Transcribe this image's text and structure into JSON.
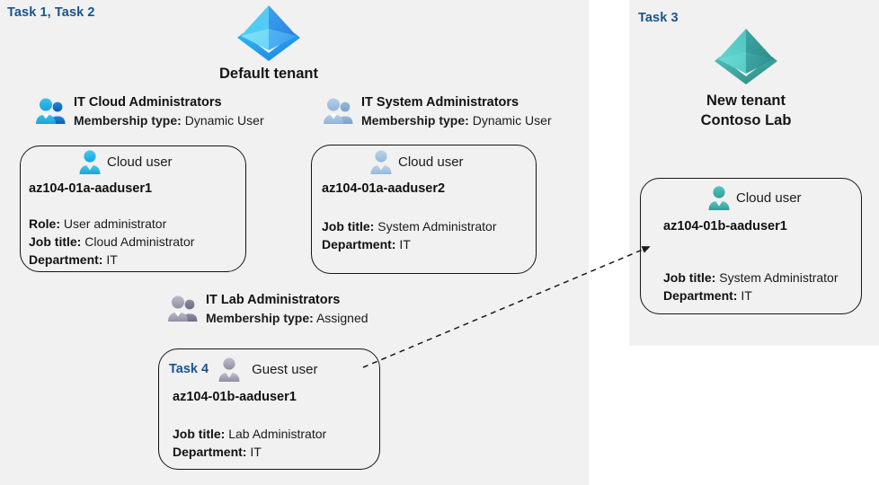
{
  "panels": {
    "default_tenant": {
      "task_label": "Task 1, Task 2",
      "tenant_name": "Default tenant"
    },
    "new_tenant": {
      "task_label": "Task 3",
      "tenant_name_line1": "New  tenant",
      "tenant_name_line2": "Contoso Lab"
    }
  },
  "groups": [
    {
      "name": "IT Cloud Administrators",
      "membership_label": "Membership type:",
      "membership_value": "Dynamic User",
      "icon": "group-users-icon",
      "icon_color": "#22a5e2"
    },
    {
      "name": "IT System Administrators",
      "membership_label": "Membership type:",
      "membership_value": "Dynamic User",
      "icon": "group-users-icon",
      "icon_color": "#9ebfe0"
    },
    {
      "name": "IT Lab Administrators",
      "membership_label": "Membership type:",
      "membership_value": "Assigned",
      "icon": "group-users-icon",
      "icon_color": "#9a9aac"
    }
  ],
  "cards": [
    {
      "task_inline": "",
      "user_type": "Cloud user",
      "icon": "cloud-user-icon",
      "icon_color": "#29b6e8",
      "upn": "az104-01a-aaduser1",
      "attrs": [
        {
          "label": "Role:",
          "value": "User administrator"
        },
        {
          "label": "Job title:",
          "value": "Cloud Administrator"
        },
        {
          "label": "Department:",
          "value": "IT"
        }
      ]
    },
    {
      "task_inline": "",
      "user_type": "Cloud user",
      "icon": "cloud-user-icon",
      "icon_color": "#a8c3de",
      "upn": "az104-01a-aaduser2",
      "attrs": [
        {
          "label": "Job title:",
          "value": "System Administrator"
        },
        {
          "label": "Department:",
          "value": "IT"
        }
      ]
    },
    {
      "task_inline": "Task 4",
      "user_type": "Guest user",
      "icon": "guest-user-icon",
      "icon_color": "#a6a6b4",
      "upn": "az104-01b-aaduser1",
      "attrs": [
        {
          "label": "Job title:",
          "value": "Lab Administrator"
        },
        {
          "label": "Department:",
          "value": "IT"
        }
      ]
    },
    {
      "task_inline": "",
      "user_type": "Cloud user",
      "icon": "cloud-user-icon",
      "icon_color": "#3fb3ae",
      "upn": "az104-01b-aaduser1",
      "attrs": [
        {
          "label": "Job title:",
          "value": "System Administrator"
        },
        {
          "label": "Department:",
          "value": "IT"
        }
      ]
    }
  ],
  "connector": {
    "name": "guest-user-invite-arrow",
    "style": "dashed-arrow"
  },
  "colors": {
    "panel_background": "#f1f1f1",
    "page_background": "#ffffff",
    "task_accent": "#18548f",
    "card_border": "#151515",
    "tenant_blue": "#2aa9ef",
    "tenant_teal": "#40b8b4"
  }
}
